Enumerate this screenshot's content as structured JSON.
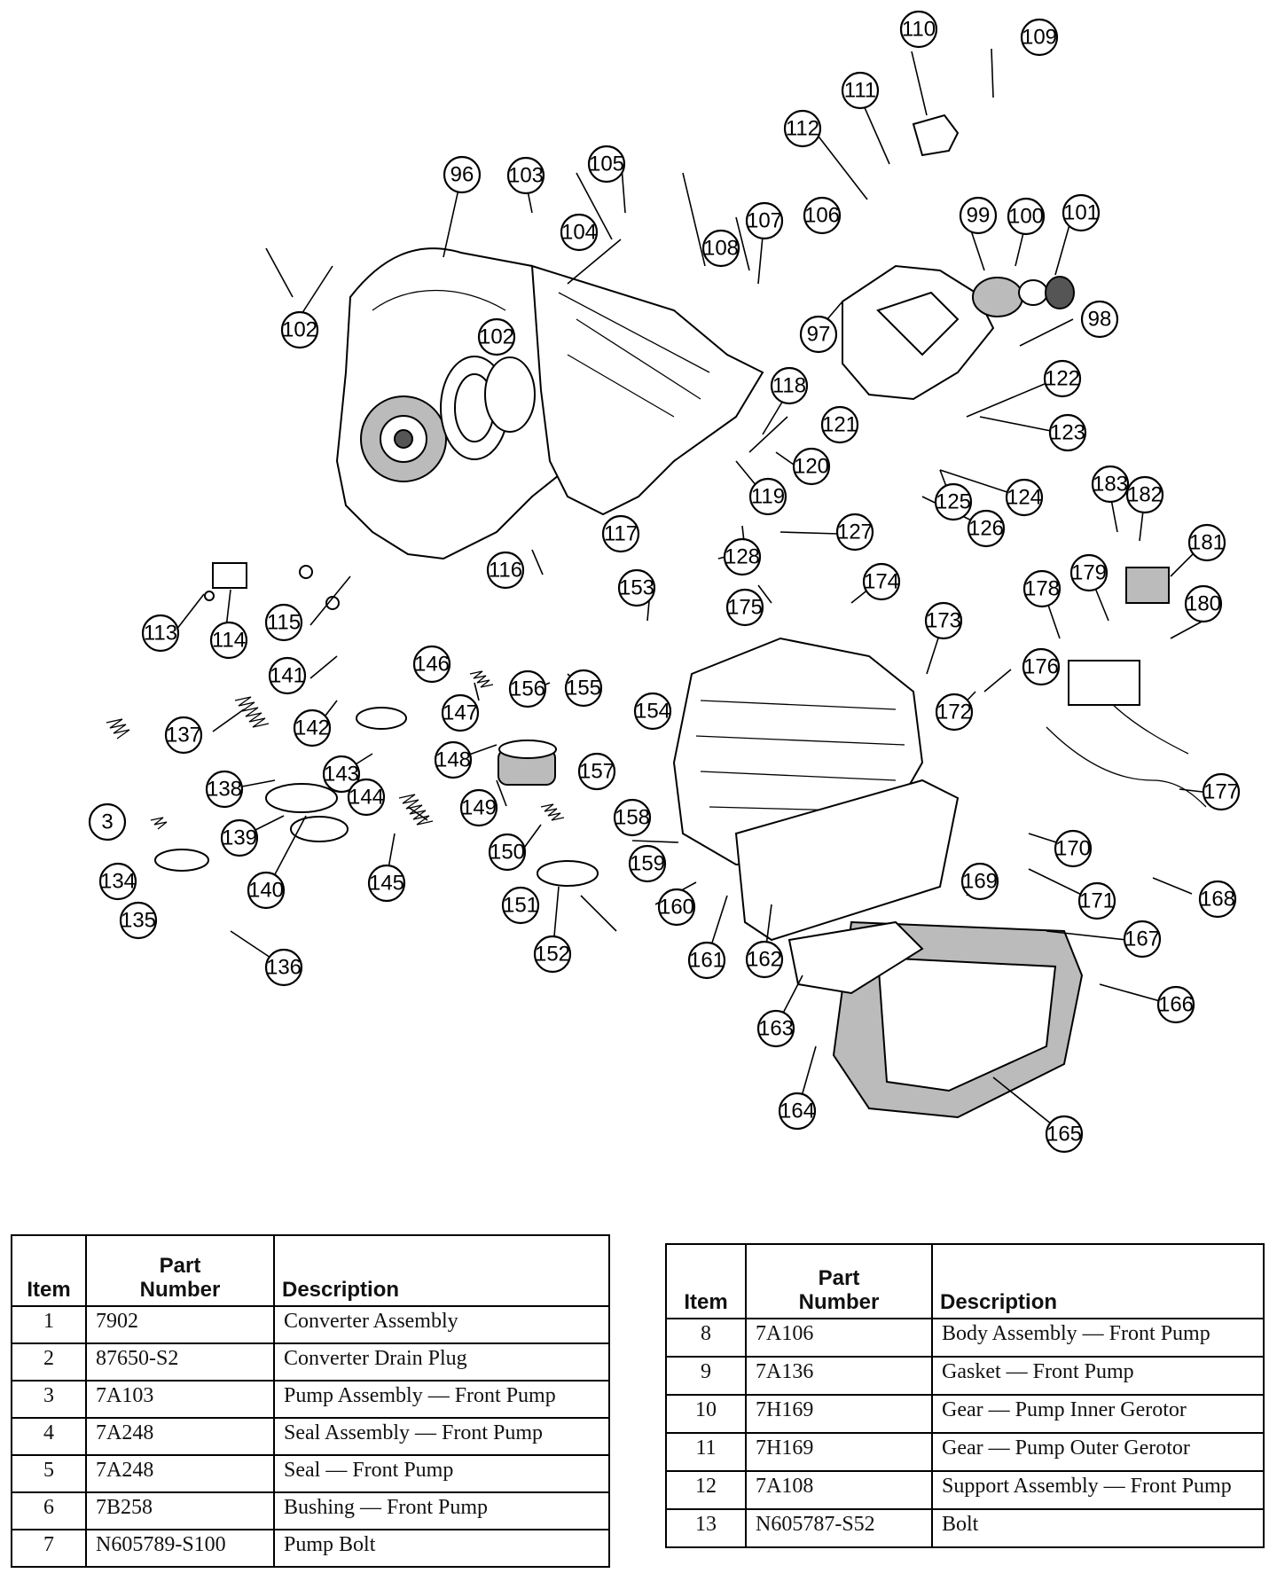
{
  "callouts": [
    "96",
    "97",
    "98",
    "99",
    "100",
    "101",
    "102",
    "102",
    "103",
    "104",
    "105",
    "106",
    "107",
    "108",
    "109",
    "110",
    "111",
    "112",
    "113",
    "114",
    "115",
    "116",
    "117",
    "118",
    "119",
    "120",
    "121",
    "122",
    "123",
    "124",
    "125",
    "126",
    "127",
    "128",
    "134",
    "135",
    "136",
    "137",
    "138",
    "139",
    "140",
    "141",
    "142",
    "143",
    "144",
    "145",
    "146",
    "147",
    "148",
    "149",
    "150",
    "151",
    "152",
    "153",
    "154",
    "155",
    "156",
    "157",
    "158",
    "159",
    "160",
    "161",
    "162",
    "163",
    "164",
    "165",
    "166",
    "167",
    "168",
    "169",
    "170",
    "171",
    "172",
    "173",
    "174",
    "175",
    "176",
    "177",
    "178",
    "179",
    "180",
    "181",
    "182",
    "183"
  ],
  "callout_partial": [
    "3"
  ],
  "table_left": {
    "headers": {
      "item": "Item",
      "part_line1": "Part",
      "part_line2": "Number",
      "description": "Description"
    },
    "rows": [
      {
        "item": "1",
        "part": "7902",
        "description": "Converter Assembly"
      },
      {
        "item": "2",
        "part": "87650-S2",
        "description": "Converter Drain Plug"
      },
      {
        "item": "3",
        "part": "7A103",
        "description": "Pump Assembly — Front Pump"
      },
      {
        "item": "4",
        "part": "7A248",
        "description": "Seal Assembly — Front Pump"
      },
      {
        "item": "5",
        "part": "7A248",
        "description": "Seal — Front Pump"
      },
      {
        "item": "6",
        "part": "7B258",
        "description": "Bushing — Front Pump"
      },
      {
        "item": "7",
        "part": "N605789-S100",
        "description": "Pump Bolt"
      }
    ]
  },
  "table_right": {
    "headers": {
      "item": "Item",
      "part_line1": "Part",
      "part_line2": "Number",
      "description": "Description"
    },
    "rows": [
      {
        "item": "8",
        "part": "7A106",
        "description": "Body Assembly — Front Pump"
      },
      {
        "item": "9",
        "part": "7A136",
        "description": "Gasket — Front Pump"
      },
      {
        "item": "10",
        "part": "7H169",
        "description": "Gear — Pump Inner Gerotor"
      },
      {
        "item": "11",
        "part": "7H169",
        "description": "Gear — Pump Outer Gerotor"
      },
      {
        "item": "12",
        "part": "7A108",
        "description": "Support Assembly — Front Pump"
      },
      {
        "item": "13",
        "part": "N605787-S52",
        "description": "Bolt"
      }
    ]
  }
}
